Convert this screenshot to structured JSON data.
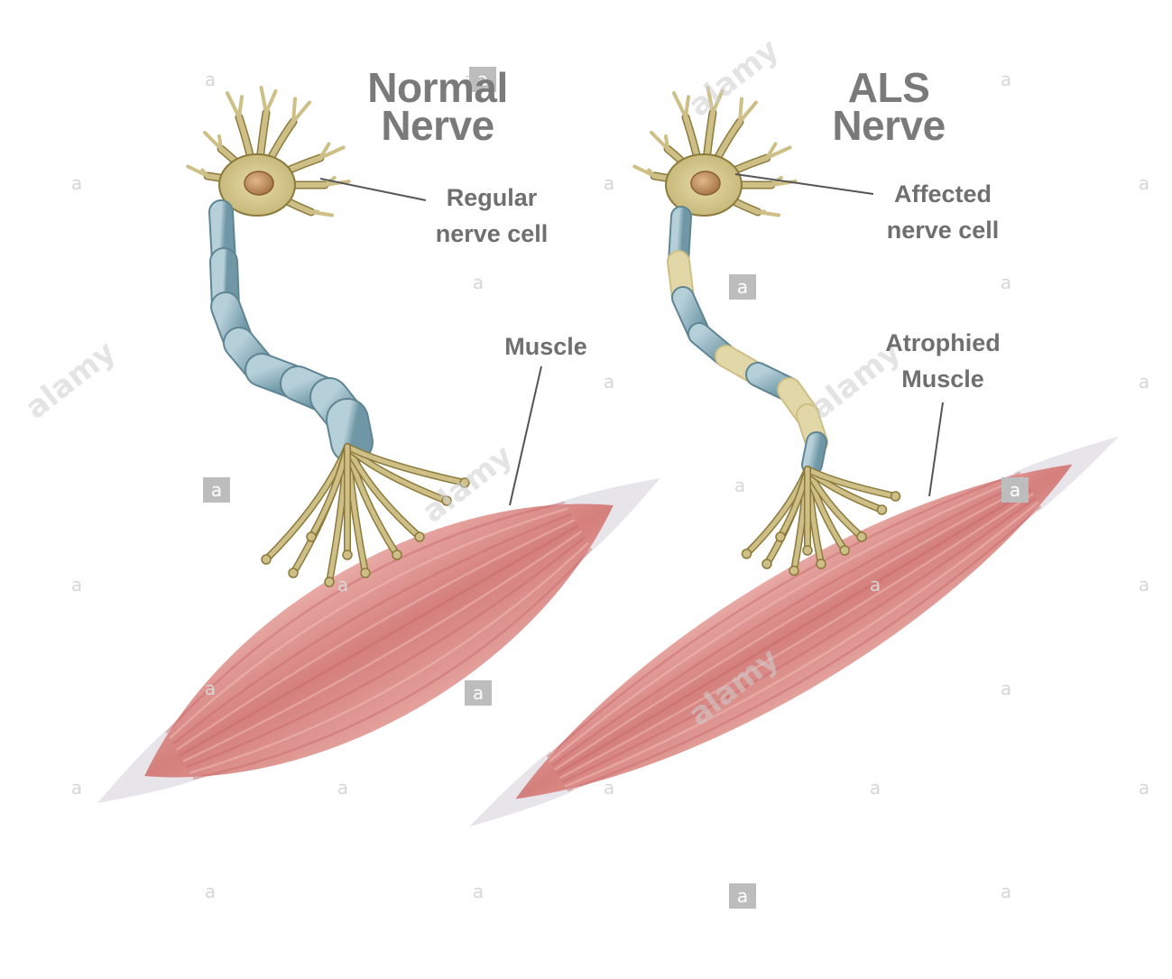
{
  "panels": [
    {
      "title_lines": [
        "Normal",
        "Nerve"
      ],
      "cell_label_lines": [
        "Regular",
        "nerve cell"
      ],
      "muscle_label_lines": [
        "Muscle"
      ]
    },
    {
      "title_lines": [
        "ALS",
        "Nerve"
      ],
      "cell_label_lines": [
        "Affected",
        "nerve cell"
      ],
      "muscle_label_lines": [
        "Atrophied",
        "Muscle"
      ]
    }
  ],
  "watermark": {
    "text": "alamy",
    "logo_letter": "a"
  },
  "colors": {
    "muscle": "#d98a86",
    "muscle_dark": "#c8696a",
    "tendon": "#e9e6ea",
    "neuron_body": "#cdbf86",
    "neuron_outline": "#8c7a3d",
    "nucleus": "#b98a55",
    "myelin": "#8fb1bd",
    "myelin_dark": "#5f8593",
    "label_text": "#6f6f6f",
    "leader_line": "#555555"
  }
}
